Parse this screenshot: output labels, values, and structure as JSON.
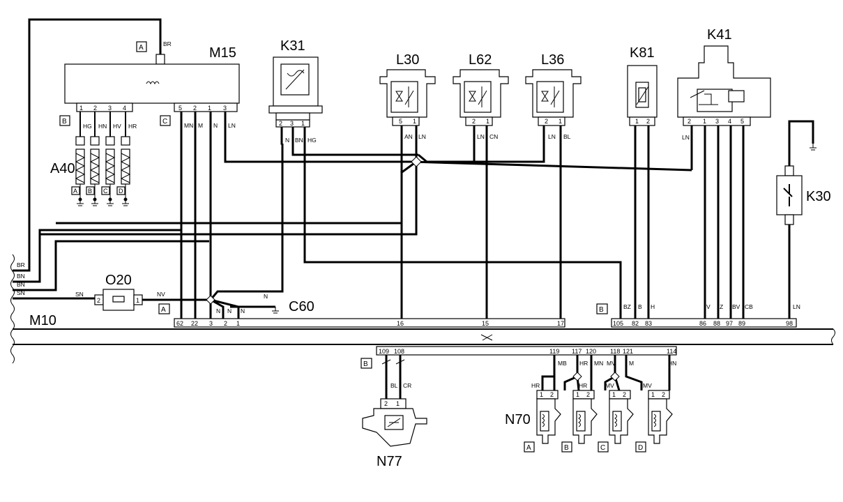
{
  "components": {
    "M15": "M15",
    "K31": "K31",
    "L30": "L30",
    "L62": "L62",
    "L36": "L36",
    "K81": "K81",
    "K41": "K41",
    "K30": "K30",
    "A40": "A40",
    "O20": "O20",
    "C60": "C60",
    "M10": "M10",
    "N77": "N77",
    "N70": "N70"
  },
  "connector_letters": {
    "A": "A",
    "B": "B",
    "C": "C",
    "D": "D"
  },
  "m15": {
    "pins_b": [
      "1",
      "2",
      "3",
      "4"
    ],
    "pins_c": [
      "5",
      "2",
      "1",
      "3"
    ],
    "top_wire": "BR"
  },
  "a40": {
    "wires": [
      "HG",
      "HN",
      "HV",
      "HR"
    ],
    "coil_labels": [
      "A",
      "B",
      "C",
      "D"
    ]
  },
  "k31": {
    "pins": [
      "2",
      "3",
      "1"
    ],
    "wires": [
      "N",
      "BN",
      "HG"
    ]
  },
  "l30": {
    "pins": [
      "5",
      "1"
    ],
    "wires": [
      "AN",
      "LN"
    ]
  },
  "l62": {
    "pins": [
      "2",
      "1"
    ],
    "wires": [
      "LN",
      "CN"
    ]
  },
  "l36": {
    "pins": [
      "2",
      "1"
    ],
    "wires": [
      "LN",
      "BL"
    ]
  },
  "k81": {
    "pins": [
      "1",
      "2"
    ]
  },
  "k41": {
    "pins": [
      "2",
      "1",
      "3",
      "4",
      "5"
    ],
    "wire": "LN"
  },
  "left_wires": [
    "BR",
    "BN",
    "BN",
    "SN"
  ],
  "o20": {
    "pin_left": "2",
    "pin_right": "1",
    "wire_left": "SN",
    "wire_right": "NV"
  },
  "mid_wires": {
    "c60": "N",
    "n1": "N",
    "n2": "N",
    "n3": "N",
    "mn": "MN",
    "m": "M",
    "ln": "LN"
  },
  "m10_a": {
    "pins": [
      "62",
      "22",
      "3",
      "2",
      "1",
      "16",
      "15",
      "17"
    ]
  },
  "m10_b": {
    "pins": [
      "105",
      "82",
      "83",
      "86",
      "88",
      "97",
      "89",
      "98"
    ],
    "wires": [
      "BZ",
      "B",
      "H",
      "V",
      "Z",
      "BV",
      "CB",
      "LN"
    ]
  },
  "m10_lower": {
    "pins_n77": [
      "109",
      "108"
    ],
    "pins_n70": [
      "119",
      "117",
      "120",
      "118",
      "121",
      "114"
    ],
    "wires_top": [
      "MB",
      "HR",
      "MN",
      "MV",
      "M",
      "HN"
    ],
    "n77_wires": [
      "BL",
      "CR"
    ],
    "n77_pins": [
      "2",
      "1"
    ],
    "n70_pin_labels": [
      "1",
      "2",
      "1",
      "2",
      "1",
      "2",
      "1",
      "2"
    ],
    "n70_wire_labels": [
      "HR",
      "HR",
      "MV",
      "MV"
    ],
    "n70_letters": [
      "A",
      "B",
      "C",
      "D"
    ]
  }
}
